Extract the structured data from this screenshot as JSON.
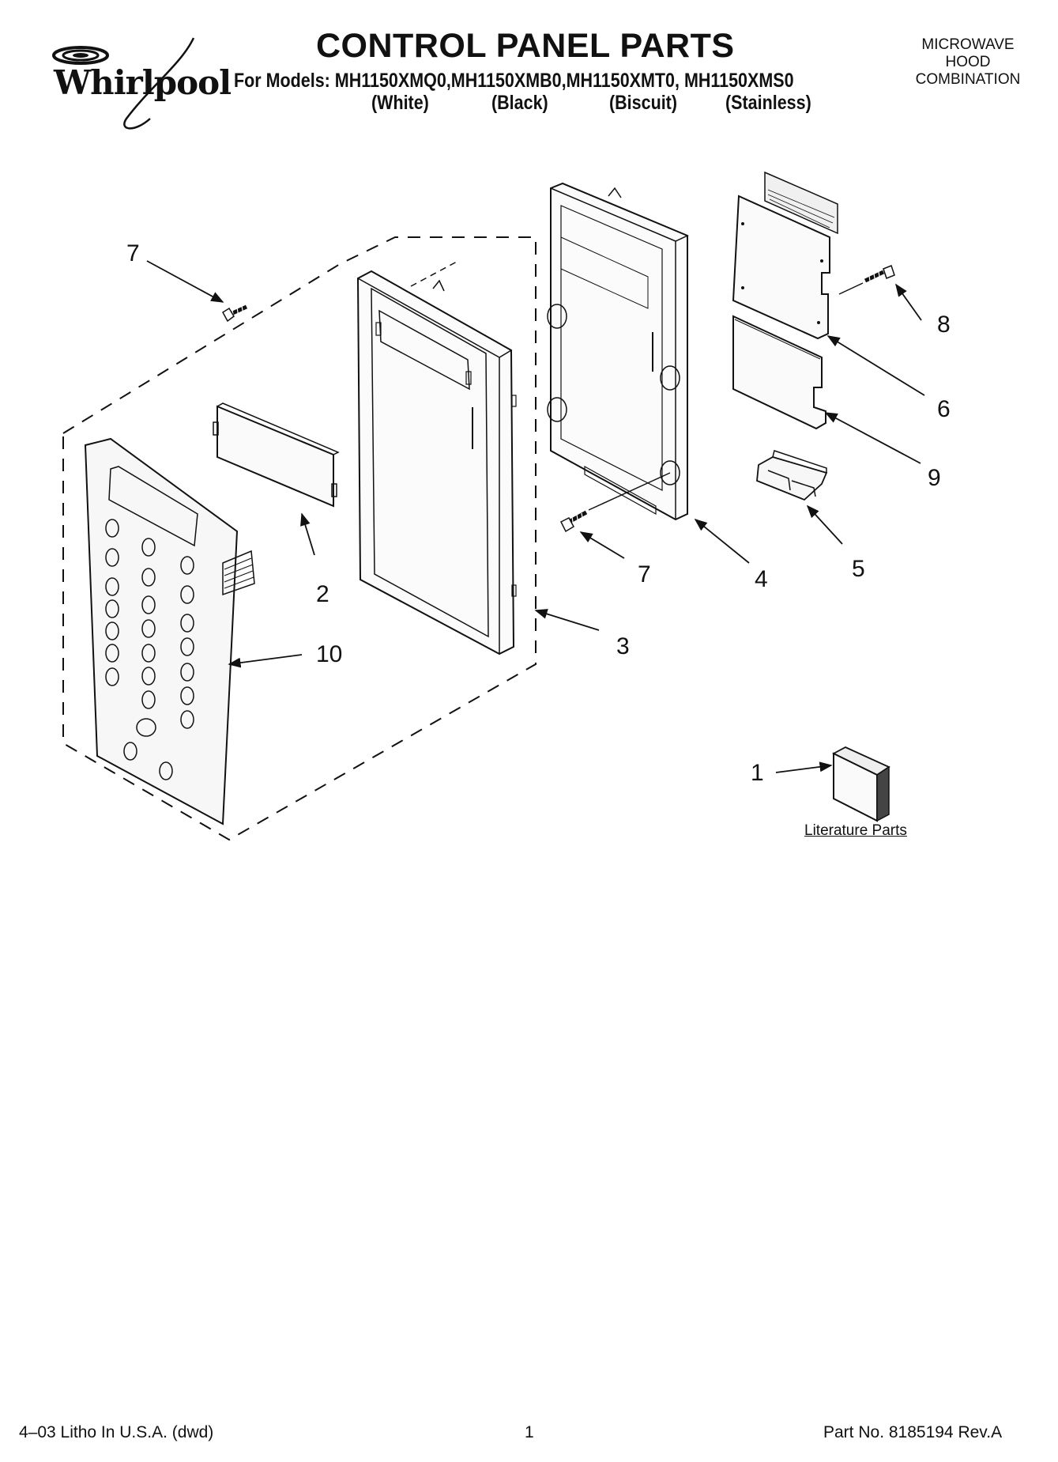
{
  "brand": "Whirlpool",
  "title": "CONTROL PANEL PARTS",
  "models_line": "For Models: MH1150XMQ0,MH1150XMB0,MH1150XMT0, MH1150XMS0",
  "variants": [
    "(White)",
    "(Black)",
    "(Biscuit)",
    "(Stainless)"
  ],
  "category": [
    "MICROWAVE",
    "HOOD",
    "COMBINATION"
  ],
  "callouts": {
    "c7a": "7",
    "c8": "8",
    "c6": "6",
    "c9": "9",
    "c7b": "7",
    "c4": "4",
    "c5": "5",
    "c2": "2",
    "c3": "3",
    "c10": "10",
    "c1": "1"
  },
  "literature_caption": "Literature Parts",
  "footer": {
    "left": "4–03 Litho In U.S.A. (dwd)",
    "center": "1",
    "right": "Part No. 8185194 Rev.A"
  }
}
